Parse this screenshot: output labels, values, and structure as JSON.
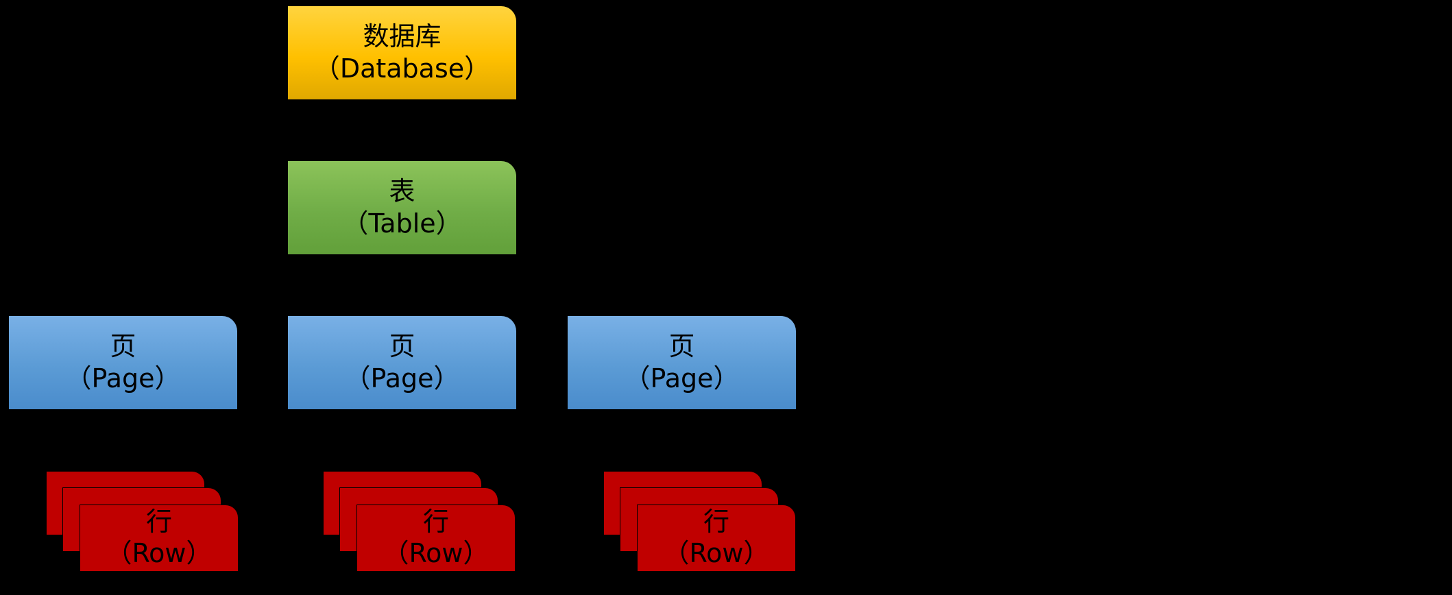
{
  "diagram": {
    "database": {
      "label_zh": "数据库",
      "label_en": "（Database）",
      "color": "#ffc000"
    },
    "table": {
      "label_zh": "表",
      "label_en": "（Table）",
      "color": "#70ad47"
    },
    "pages": [
      {
        "label_zh": "页",
        "label_en": "（Page）"
      },
      {
        "label_zh": "页",
        "label_en": "（Page）"
      },
      {
        "label_zh": "页",
        "label_en": "（Page）"
      }
    ],
    "page_color": "#5b9bd5",
    "rows": [
      {
        "label_zh": "行",
        "label_en": "（Row）"
      },
      {
        "label_zh": "行",
        "label_en": "（Row）"
      },
      {
        "label_zh": "行",
        "label_en": "（Row）"
      }
    ],
    "row_color": "#c00000"
  }
}
